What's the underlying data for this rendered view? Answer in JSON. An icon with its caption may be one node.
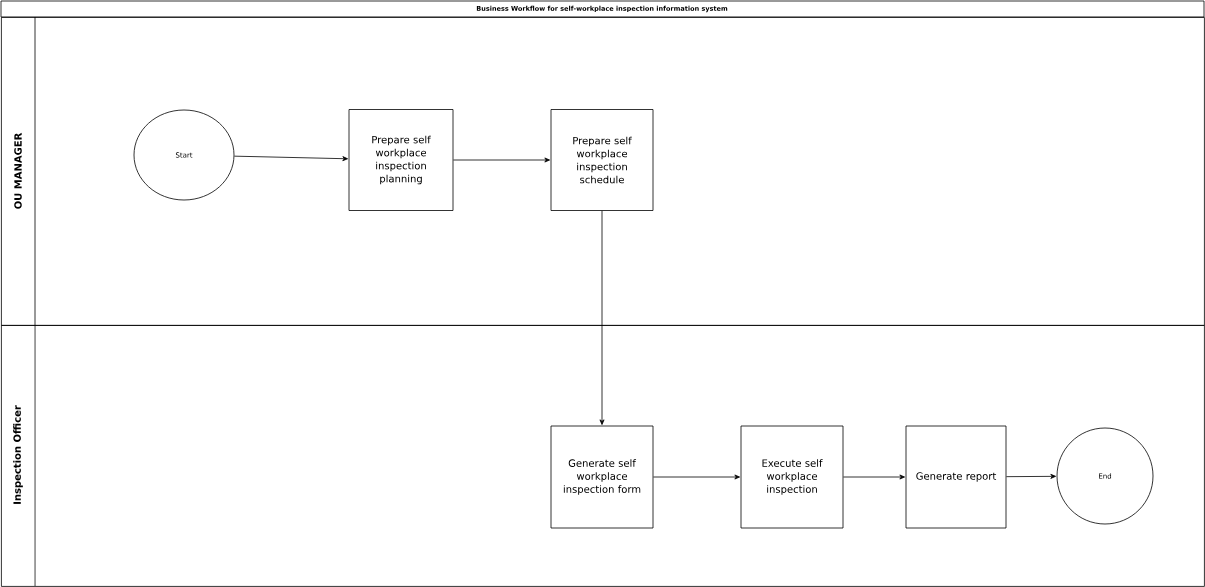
{
  "diagram": {
    "title": "Business Workflow for self-workplace inspection information system",
    "nodes": [
      {
        "text": [
          "OU MANAGER"
        ]
      },
      {
        "text": [
          "Start"
        ],
        "in": 0
      },
      {
        "text": [
          "Prepare self workplace inspection planning"
        ],
        "in": 0
      },
      {
        "text": [
          "Prepare self workplace inspection schedule"
        ],
        "in": 0
      },
      {
        "text": [
          "Inspection Officer"
        ]
      },
      {
        "text": [
          "Generate self workplace inspection form"
        ],
        "in": 4
      },
      {
        "text": [
          "Execute self workplace inspection"
        ],
        "in": 4
      },
      {
        "text": [
          "Generate report"
        ],
        "in": 4
      },
      {
        "text": [
          "End"
        ],
        "in": 4
      }
    ],
    "edges": [
      {
        "from": 1,
        "to": 2,
        "arrow": "to"
      },
      {
        "from": 2,
        "to": 3,
        "arrow": "to"
      },
      {
        "from": 3,
        "to": 5,
        "arrow": "to"
      },
      {
        "from": 5,
        "to": 6,
        "arrow": "to"
      },
      {
        "from": 6,
        "to": 7,
        "arrow": "to"
      },
      {
        "from": 7,
        "to": 8,
        "arrow": "to"
      }
    ]
  }
}
